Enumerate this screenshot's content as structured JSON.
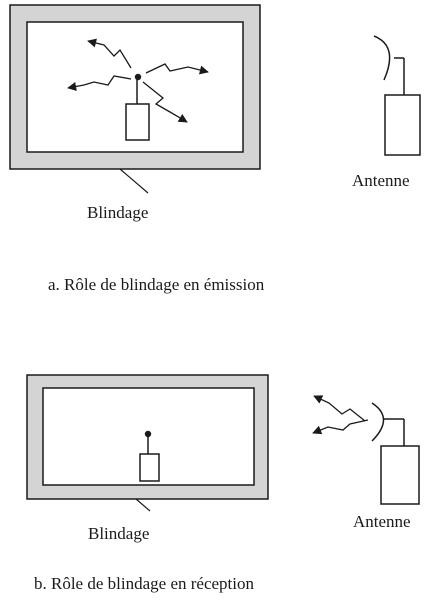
{
  "panel_a": {
    "shield_label": "Blindage",
    "antenna_label": "Antenne",
    "caption": "a. Rôle de blindage en émission"
  },
  "panel_b": {
    "shield_label": "Blindage",
    "antenna_label": "Antenne",
    "caption": "b. Rôle de blindage en réception"
  },
  "colors": {
    "shield_fill": "#d4d4d4",
    "line": "#1a1a1a",
    "background": "#ffffff"
  }
}
